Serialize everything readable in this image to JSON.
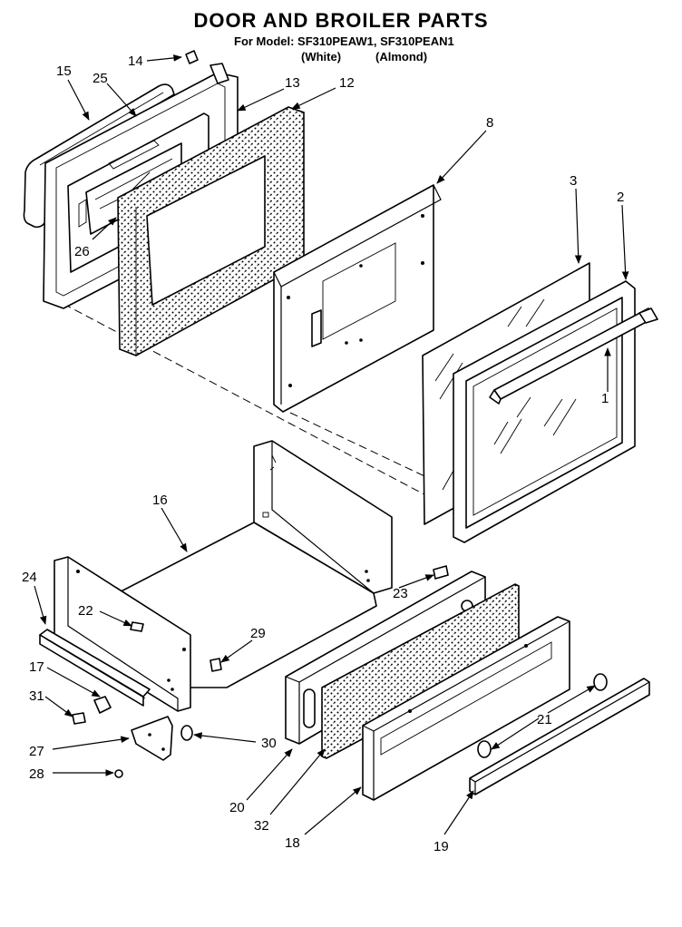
{
  "header": {
    "title": "DOOR AND BROILER PARTS",
    "models_line": "For Model: SF310PEAW1, SF310PEAN1",
    "color_white": "(White)",
    "color_almond": "(Almond)"
  },
  "callouts": [
    "1",
    "2",
    "3",
    "8",
    "12",
    "13",
    "14",
    "15",
    "16",
    "17",
    "18",
    "19",
    "20",
    "21",
    "22",
    "23",
    "24",
    "25",
    "26",
    "27",
    "28",
    "29",
    "30",
    "31",
    "32"
  ]
}
